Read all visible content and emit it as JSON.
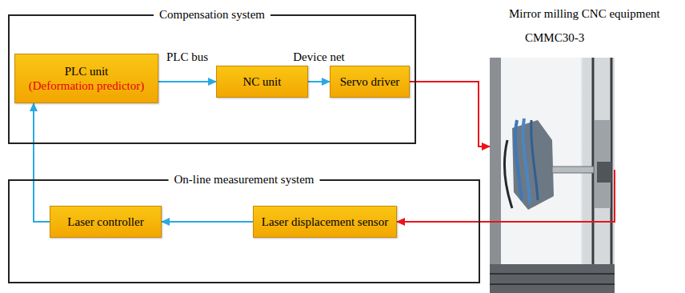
{
  "diagram": {
    "nodes": [
      {
        "text": [
          "Compensation system"
        ]
      },
      {
        "text": [
          "PLC unit",
          "(Deformation predictor)"
        ],
        "in": 0
      },
      {
        "text": [
          "NC unit"
        ],
        "in": 0
      },
      {
        "text": [
          "Servo driver"
        ],
        "in": 0
      },
      {
        "text": [
          "On-line measurement system"
        ]
      },
      {
        "text": [
          "Laser controller"
        ],
        "in": 4
      },
      {
        "text": [
          "Laser displacement sensor"
        ],
        "in": 4
      },
      {
        "text": [
          "Mirror milling CNC equipment",
          "CMMC30-3"
        ]
      }
    ],
    "edges": [
      {
        "from": 1,
        "to": 2,
        "label": "PLC bus",
        "arrow": "to"
      },
      {
        "from": 2,
        "to": 3,
        "label": "Device net",
        "arrow": "to"
      },
      {
        "from": 3,
        "to": 7,
        "arrow": "to"
      },
      {
        "from": 7,
        "to": 6,
        "arrow": "to"
      },
      {
        "from": 6,
        "to": 5,
        "arrow": "to"
      },
      {
        "from": 5,
        "to": 1,
        "arrow": "to"
      }
    ]
  }
}
